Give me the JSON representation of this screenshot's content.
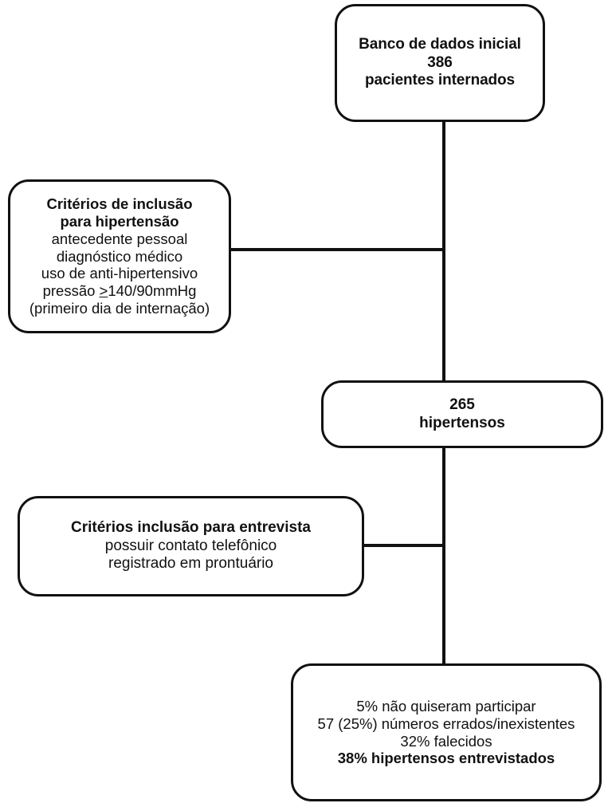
{
  "diagram": {
    "title": "Fluxograma de selecao de pacientes hipertensos",
    "type": "flowchart",
    "orientation": "vertical",
    "colors": {
      "background": "#ffffff",
      "stroke": "#111111",
      "text": "#111111"
    },
    "nodes": [
      {
        "id": "initial-database",
        "role": "start",
        "lines": [
          {
            "text": "Banco de dados inicial",
            "weight": "bold"
          },
          {
            "text": "386",
            "weight": "bold"
          },
          {
            "text": "pacientes internados",
            "weight": "bold"
          }
        ]
      },
      {
        "id": "hypertension-criteria",
        "role": "criteria",
        "lines": [
          {
            "text": "Critérios de inclusão",
            "weight": "bold"
          },
          {
            "text": "para hipertensão",
            "weight": "bold"
          },
          {
            "text": "antecedente pessoal",
            "weight": "normal"
          },
          {
            "text": "diagnóstico médico",
            "weight": "normal"
          },
          {
            "text": "uso de anti-hipertensivo",
            "weight": "normal"
          },
          {
            "text": "pressão ≥140/90mmHg",
            "weight": "normal"
          },
          {
            "text": "(primeiro dia de internação)",
            "weight": "normal"
          }
        ],
        "pressure_line_parts": {
          "prefix": "pressão ",
          "operator": ">",
          "suffix": "140/90mmHg"
        }
      },
      {
        "id": "hypertensive-count",
        "role": "result",
        "lines": [
          {
            "text": "265",
            "weight": "bold"
          },
          {
            "text": "hipertensos",
            "weight": "bold"
          }
        ]
      },
      {
        "id": "interview-criteria",
        "role": "criteria",
        "lines": [
          {
            "text": "Critérios inclusão para entrevista",
            "weight": "bold"
          },
          {
            "text": "possuir contato telefônico",
            "weight": "normal"
          },
          {
            "text": "registrado em prontuário",
            "weight": "normal"
          }
        ]
      },
      {
        "id": "outcomes",
        "role": "result",
        "lines": [
          {
            "text": "5% não quiseram participar",
            "weight": "normal"
          },
          {
            "text": "57 (25%) números errados/inexistentes",
            "weight": "normal"
          },
          {
            "text": "32% falecidos",
            "weight": "normal"
          },
          {
            "text": "38% hipertensos entrevistados",
            "weight": "bold"
          }
        ]
      }
    ],
    "connectors": [
      {
        "id": "spine",
        "from": "initial-database",
        "to": "outcomes",
        "kind": "vertical-line"
      },
      {
        "id": "hypertension-criteria-link",
        "from": "hypertension-criteria",
        "to": "spine",
        "kind": "horizontal-line"
      },
      {
        "id": "interview-criteria-link",
        "from": "interview-criteria",
        "to": "spine",
        "kind": "horizontal-line"
      }
    ]
  }
}
